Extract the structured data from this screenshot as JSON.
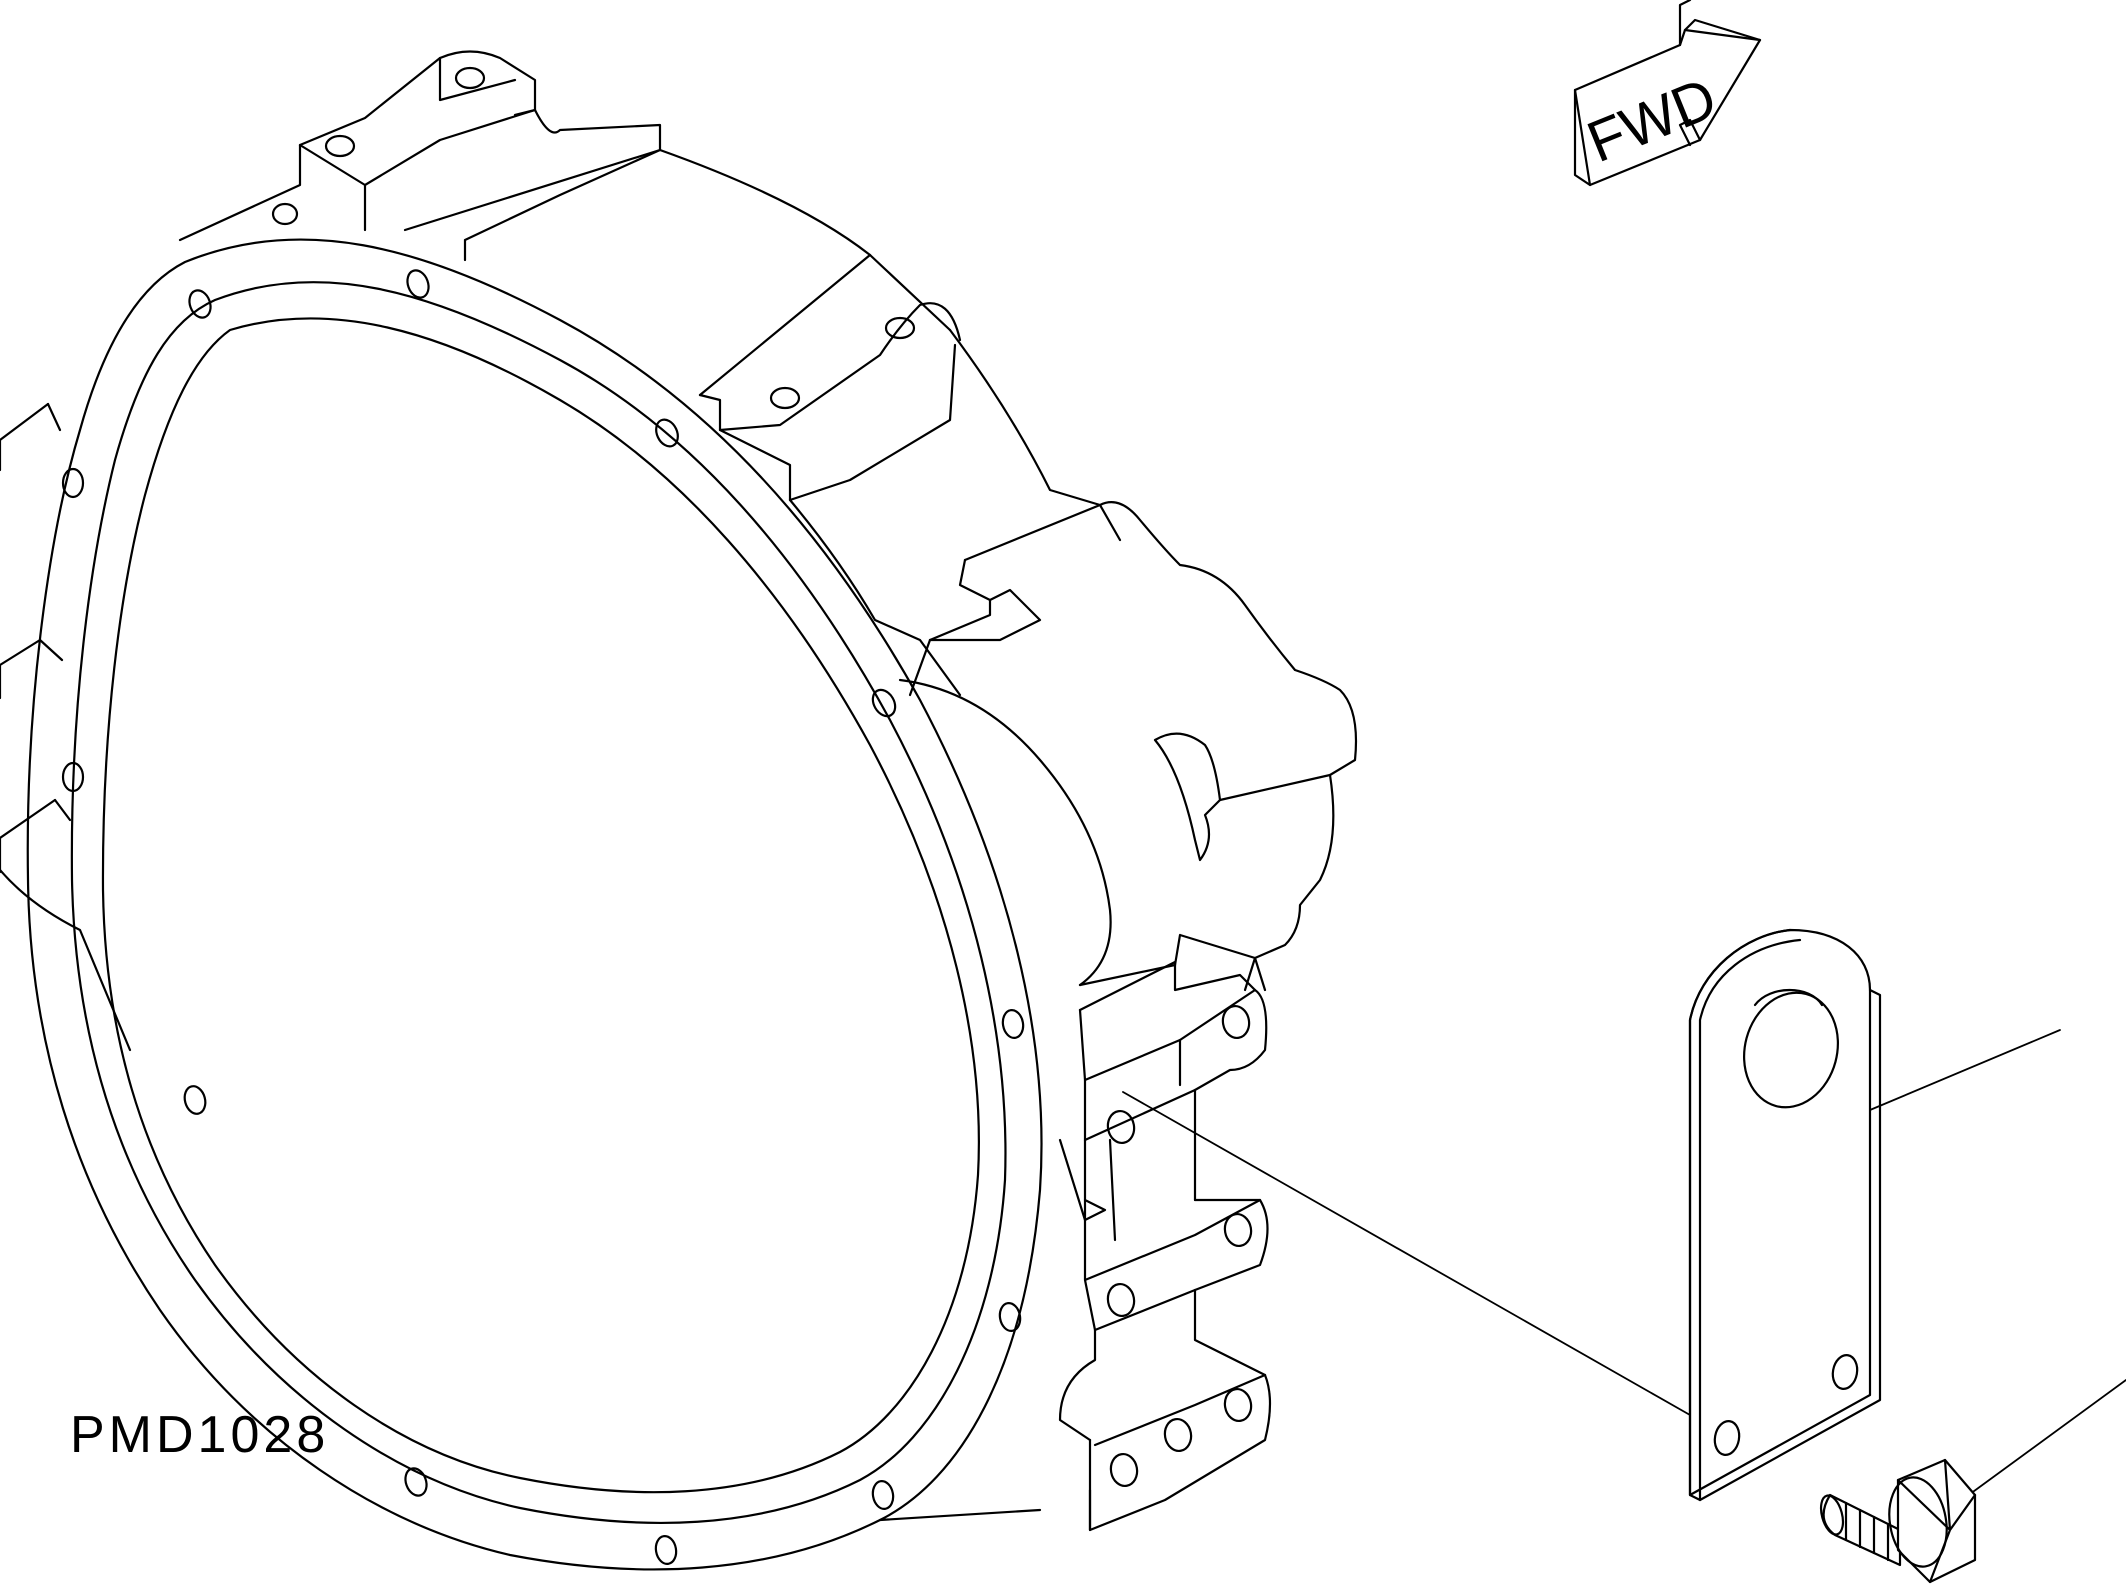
{
  "figure": {
    "id_label": "PMD1028",
    "fwd_label": "FWD"
  },
  "parts": [
    "flywheel-housing",
    "lifting-bracket",
    "flange-bolt"
  ]
}
